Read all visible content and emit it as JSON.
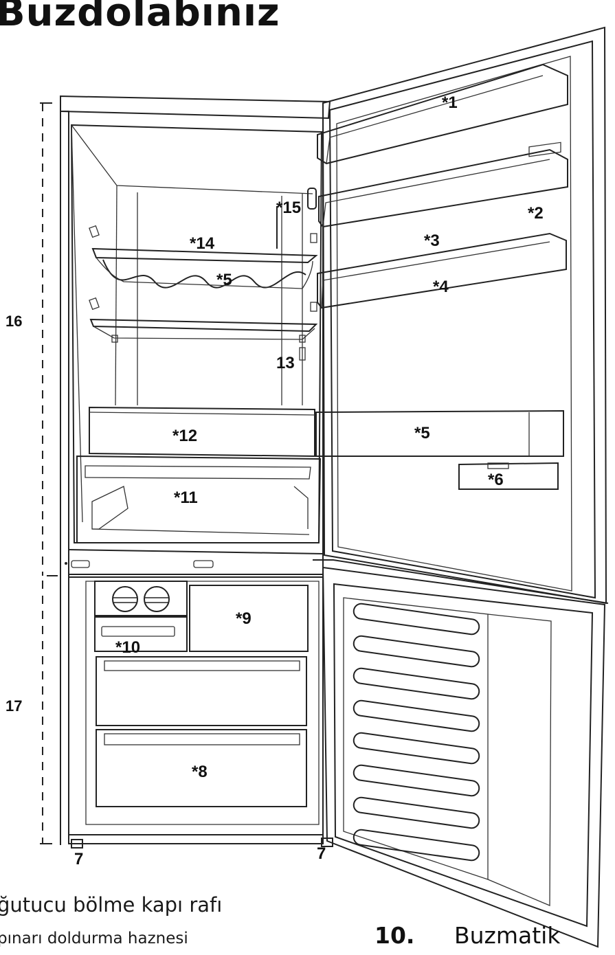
{
  "title": "Buzdolabınız",
  "callouts": {
    "c1": "*1",
    "c2": "*2",
    "c3": "*3",
    "c4": "*4",
    "c5a": "*5",
    "c5b": "*5",
    "c6": "*6",
    "c7a": "7",
    "c7b": "7",
    "c8": "*8",
    "c9": "*9",
    "c10": "*10",
    "c11": "*11",
    "c12": "*12",
    "c13": "13",
    "c14": "*14",
    "c15": "*15",
    "c16": "16",
    "c17": "17"
  },
  "legend": {
    "line1": "ğutucu bölme kapı rafı",
    "line2": "pınarı doldurma haznesi",
    "item10_number": "10.",
    "item10_label": "Buzmatik"
  }
}
